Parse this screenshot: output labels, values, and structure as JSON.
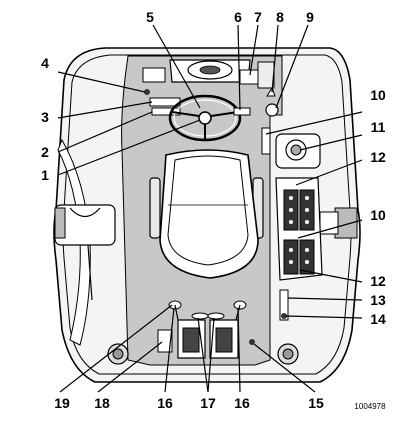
{
  "diagram": {
    "doc_id": "1004978",
    "callouts": [
      "1",
      "2",
      "3",
      "4",
      "5",
      "6",
      "7",
      "8",
      "9",
      "10",
      "11",
      "12",
      "10",
      "12",
      "13",
      "14",
      "15",
      "16",
      "17",
      "16",
      "18",
      "19"
    ]
  }
}
